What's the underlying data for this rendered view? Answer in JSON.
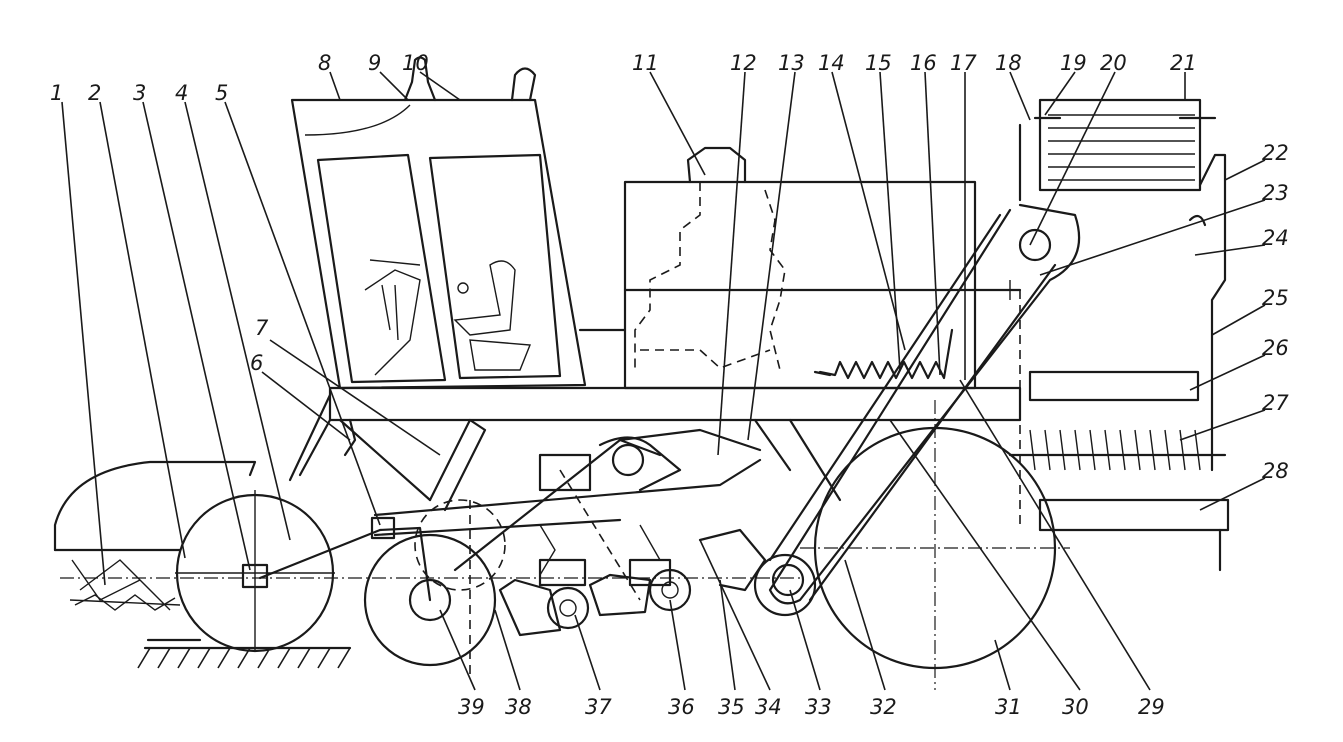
{
  "callouts": [
    "1",
    "2",
    "3",
    "4",
    "5",
    "6",
    "7",
    "8",
    "9",
    "10",
    "11",
    "12",
    "13",
    "14",
    "15",
    "16",
    "17",
    "18",
    "19",
    "20",
    "21",
    "22",
    "23",
    "24",
    "25",
    "26",
    "27",
    "28",
    "29",
    "30",
    "31",
    "32",
    "33",
    "34",
    "35",
    "36",
    "37",
    "38",
    "39"
  ],
  "colors": {
    "ink": "#1a1a1a",
    "paper": "#ffffff"
  }
}
